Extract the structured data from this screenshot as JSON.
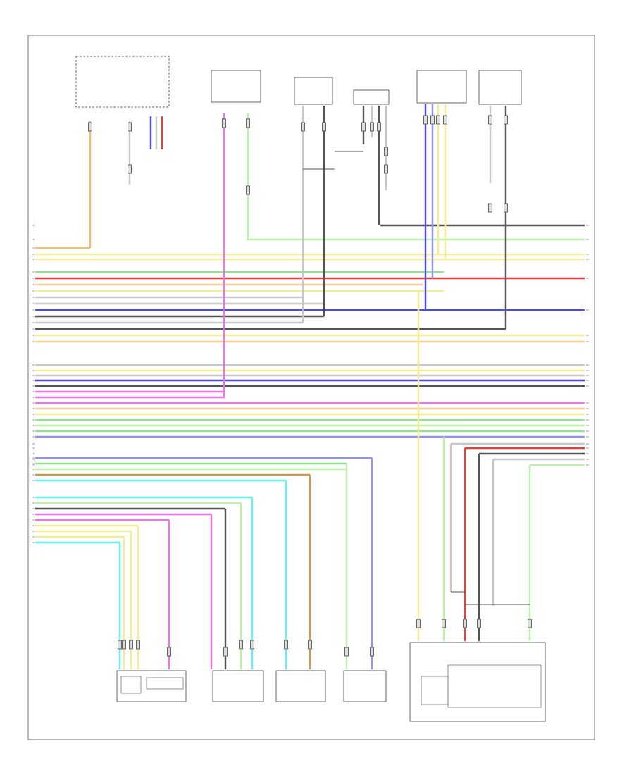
{
  "diagram": {
    "page_marker": "",
    "components": [
      {
        "id": "combination-meter",
        "label": ""
      },
      {
        "id": "ecu-top-1",
        "label": ""
      },
      {
        "id": "sensor-top-2",
        "label": ""
      },
      {
        "id": "connector-top-3",
        "label": ""
      },
      {
        "id": "ecu-top-4",
        "label": ""
      },
      {
        "id": "ecu-top-5",
        "label": ""
      },
      {
        "id": "sensor-bottom-1",
        "label": ""
      },
      {
        "id": "sensor-bottom-2",
        "label": ""
      },
      {
        "id": "sensor-bottom-3",
        "label": ""
      },
      {
        "id": "sensor-bottom-4",
        "label": ""
      },
      {
        "id": "actuator-bottom-5",
        "label": ""
      }
    ],
    "wire_colors": {
      "orange": "#f0c070",
      "yellow": "#f5ee90",
      "green": "#8de88d",
      "red": "#f03a3a",
      "light-orange": "#f7cf93",
      "gray": "#c8c8c8",
      "blue": "#4a4ae8",
      "dark-gray": "#555555",
      "pink": "#f070f0",
      "light-green": "#bdf0a8",
      "lilac": "#9090ff",
      "cyan": "#66f0f0",
      "brown": "#c89a50",
      "black": "#222222"
    }
  }
}
